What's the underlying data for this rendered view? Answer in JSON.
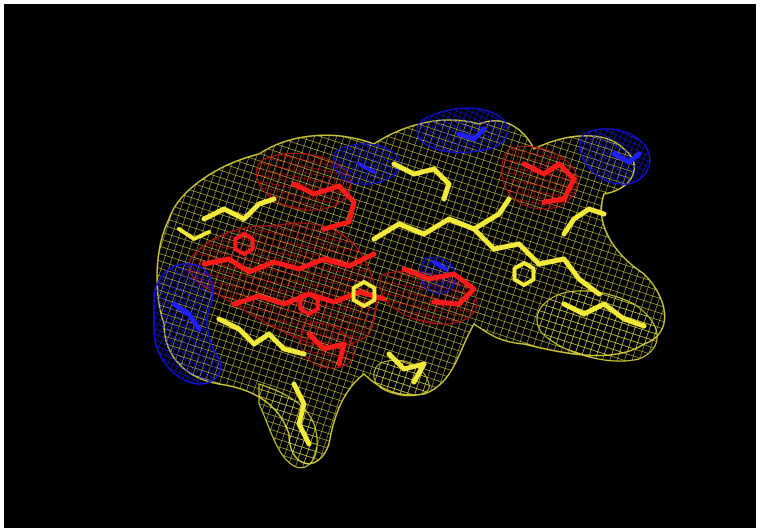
{
  "scene": {
    "background_color": "#000000",
    "frame_color": "#ffffff",
    "description_free_content": true
  },
  "palette": {
    "carbon": "#f2ea3a",
    "oxygen": "#ff1a1a",
    "nitrogen": "#2020ff",
    "mesh_yellow": "#e6e04a",
    "mesh_red": "#d81818",
    "mesh_blue": "#1a1aff"
  },
  "representation": {
    "surface_style": "mesh",
    "backbone_style": "sticks",
    "molecule_class": "peptide"
  }
}
